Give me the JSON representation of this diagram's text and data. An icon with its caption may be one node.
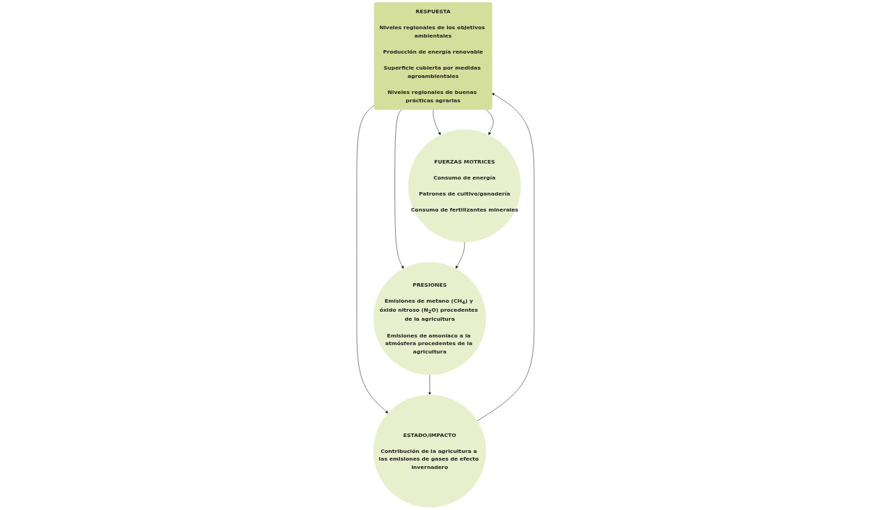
{
  "diagram": {
    "nodes": [
      {
        "text": [
          "RESPUESTA",
          "Niveles regionales de los objetivos ambientales",
          "Producción de energía renovable",
          "Superficie cubierta por medidas agroambientales",
          "Niveles regionales de buenas prácticas agrarias"
        ]
      },
      {
        "text": [
          "FUERZAS MOTRICES",
          "Consumo de energía",
          "Patrones de cultivo/ganadería",
          "Consumo de fertilizantes minerales"
        ]
      },
      {
        "text": [
          "ESTADO/IMPACTO",
          "Contribución de la agricultura a las emisiones de gases de efecto invernadero"
        ]
      },
      {
        "text": [
          "PRESIONES",
          "Emisiones de metano (CH$_{4}$) y óxido nitroso (N$_{2}$O) procedentes de la agricultura",
          "Emisiones de amoniaco a la atmósfera procedentes de la agricultura"
        ]
      }
    ],
    "edges": [
      {
        "from": 0,
        "to": 1,
        "arrow": "to"
      },
      {
        "from": 0,
        "to": 1,
        "arrow": "to"
      },
      {
        "from": 0,
        "to": 3,
        "arrow": "to"
      },
      {
        "from": 0,
        "to": 2,
        "arrow": "to"
      },
      {
        "from": 1,
        "to": 3,
        "arrow": "to"
      },
      {
        "from": 3,
        "to": 2,
        "arrow": "to"
      },
      {
        "from": 2,
        "to": 0,
        "arrow": "to"
      }
    ]
  }
}
